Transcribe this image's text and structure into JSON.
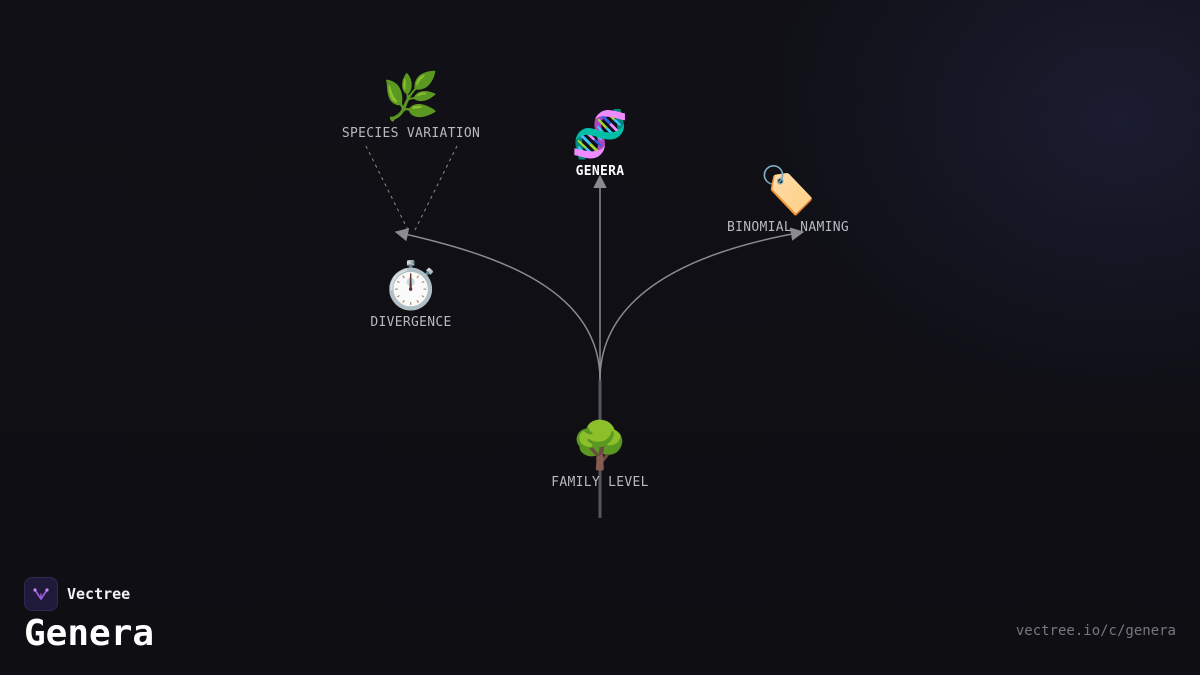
{
  "brand": {
    "name": "Vectree",
    "logo_color": "#9b59d6"
  },
  "title": "Genera",
  "url": "vectree.io/c/genera",
  "diagram": {
    "nodes": [
      {
        "id": "family",
        "label": "FAMILY LEVEL",
        "icon": "🌳",
        "icon_name": "tree-icon"
      },
      {
        "id": "genera",
        "label": "GENERA",
        "icon": "🧬",
        "icon_name": "dna-icon"
      },
      {
        "id": "binomial",
        "label": "BINOMIAL NAMING",
        "icon": "🏷️",
        "icon_name": "tag-icon"
      },
      {
        "id": "divergence",
        "label": "DIVERGENCE",
        "icon": "⏱️",
        "icon_name": "stopwatch-icon"
      },
      {
        "id": "species",
        "label": "SPECIES VARIATION",
        "icon": "🌿",
        "icon_name": "herb-icon"
      }
    ],
    "edges": [
      {
        "from": "family",
        "to": "genera",
        "style": "solid"
      },
      {
        "from": "family",
        "to": "binomial",
        "style": "solid"
      },
      {
        "from": "family",
        "to": "divergence",
        "style": "solid"
      },
      {
        "from": "species",
        "to": "divergence",
        "style": "dashed"
      }
    ],
    "edge_color": "#8a8a8f"
  }
}
